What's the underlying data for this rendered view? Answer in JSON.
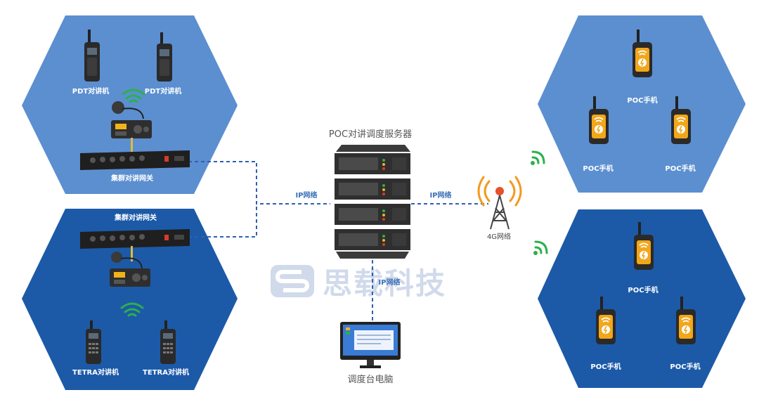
{
  "server": {
    "label": "POC对讲调度服务器"
  },
  "console": {
    "label": "调度台电脑"
  },
  "tower": {
    "label": "4G网络"
  },
  "links": {
    "left": "IP网络",
    "right": "IP网络",
    "bottom": "IP网络"
  },
  "watermark": {
    "text": "思载科技"
  },
  "hex_top_left": {
    "gateway_label": "集群对讲网关",
    "radios": [
      "PDT对讲机",
      "PDT对讲机"
    ]
  },
  "hex_bottom_left": {
    "gateway_label": "集群对讲网关",
    "radios": [
      "TETRA对讲机",
      "TETRA对讲机"
    ]
  },
  "hex_top_right": {
    "phones": [
      "POC手机",
      "POC手机",
      "POC手机"
    ]
  },
  "hex_bottom_right": {
    "phones": [
      "POC手机",
      "POC手机",
      "POC手机"
    ]
  },
  "colors": {
    "hex_light": "#5b8fd0",
    "hex_dark": "#1c5aa8",
    "link": "#2f5fb5",
    "wifi_green": "#2bb14a",
    "tower_orange": "#f29a1e"
  }
}
